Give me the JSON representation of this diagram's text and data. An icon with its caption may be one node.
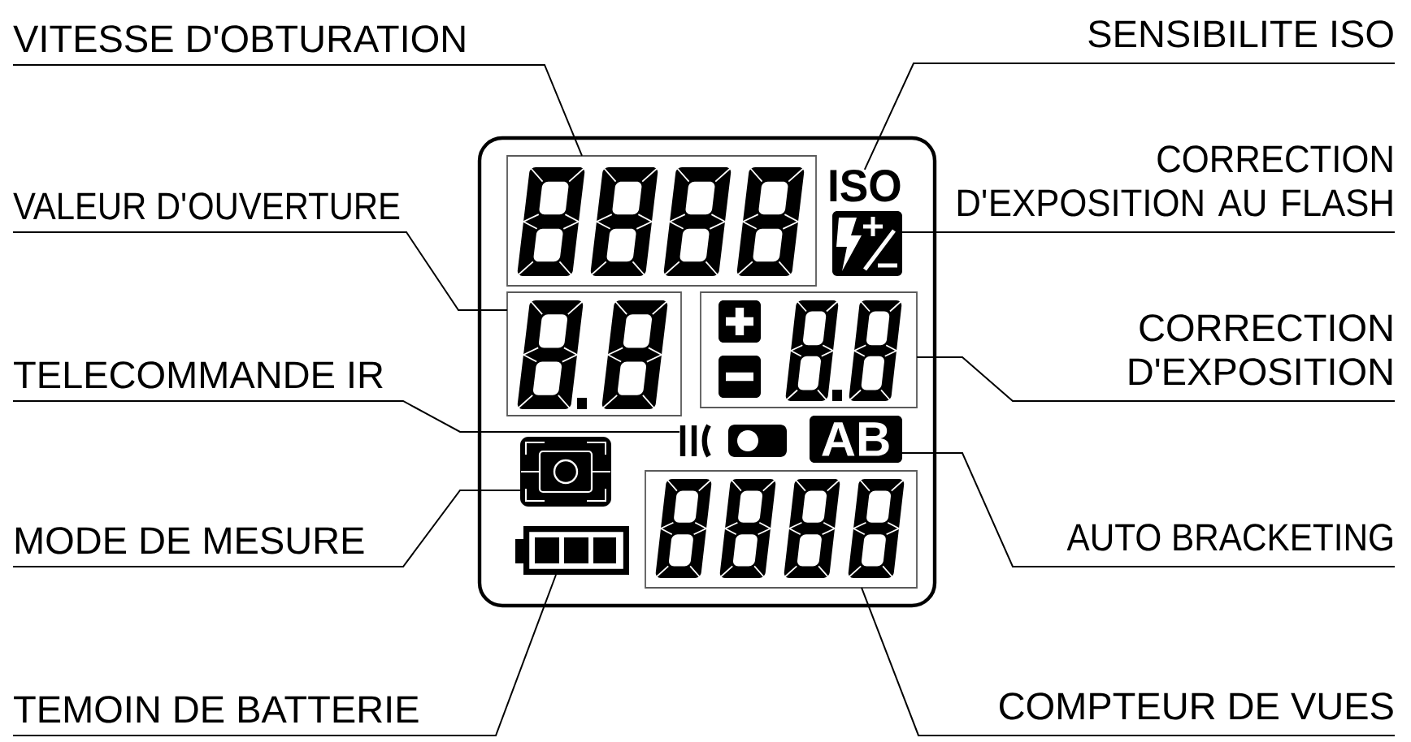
{
  "diagram": {
    "nodes": [
      {
        "text": [
          "VITESSE D'OBTURATION"
        ]
      },
      {
        "text": [
          "SENSIBILITE ISO"
        ]
      },
      {
        "text": [
          "CORRECTION D'EXPOSITION AU FLASH"
        ]
      },
      {
        "text": [
          "VALEUR D'OUVERTURE"
        ]
      },
      {
        "text": [
          "CORRECTION D'EXPOSITION"
        ]
      },
      {
        "text": [
          "TELECOMMANDE IR"
        ]
      },
      {
        "text": [
          "MODE DE MESURE"
        ]
      },
      {
        "text": [
          "AUTO BRACKETING"
        ]
      },
      {
        "text": [
          "TEMOIN DE BATTERIE"
        ]
      },
      {
        "text": [
          "COMPTEUR DE VUES"
        ]
      },
      {
        "text": [],
        "shape": "box"
      },
      {
        "text": [],
        "shape": "box",
        "in": 10
      },
      {
        "text": [
          "ISO"
        ],
        "in": 10
      },
      {
        "text": [],
        "shape": "picture",
        "in": 10
      },
      {
        "text": [],
        "shape": "box",
        "in": 10
      },
      {
        "text": [],
        "shape": "box",
        "in": 10
      },
      {
        "text": [],
        "shape": "picture",
        "in": 10
      },
      {
        "text": [
          "AB"
        ],
        "in": 10
      },
      {
        "text": [],
        "shape": "picture",
        "in": 10
      },
      {
        "text": [],
        "shape": "picture",
        "in": 10
      },
      {
        "text": [],
        "shape": "box",
        "in": 10
      }
    ],
    "edges": [
      {
        "from": 0,
        "to": 11,
        "arrow": "none"
      },
      {
        "from": 1,
        "to": 12,
        "arrow": "none"
      },
      {
        "from": 2,
        "to": 13,
        "arrow": "none"
      },
      {
        "from": 3,
        "to": 14,
        "arrow": "none"
      },
      {
        "from": 4,
        "to": 15,
        "arrow": "none"
      },
      {
        "from": 5,
        "to": 16,
        "arrow": "none"
      },
      {
        "from": 6,
        "to": 18,
        "arrow": "none"
      },
      {
        "from": 7,
        "to": 17,
        "arrow": "none"
      },
      {
        "from": 8,
        "to": 19,
        "arrow": "none"
      },
      {
        "from": 9,
        "to": 20,
        "arrow": "none"
      }
    ]
  }
}
